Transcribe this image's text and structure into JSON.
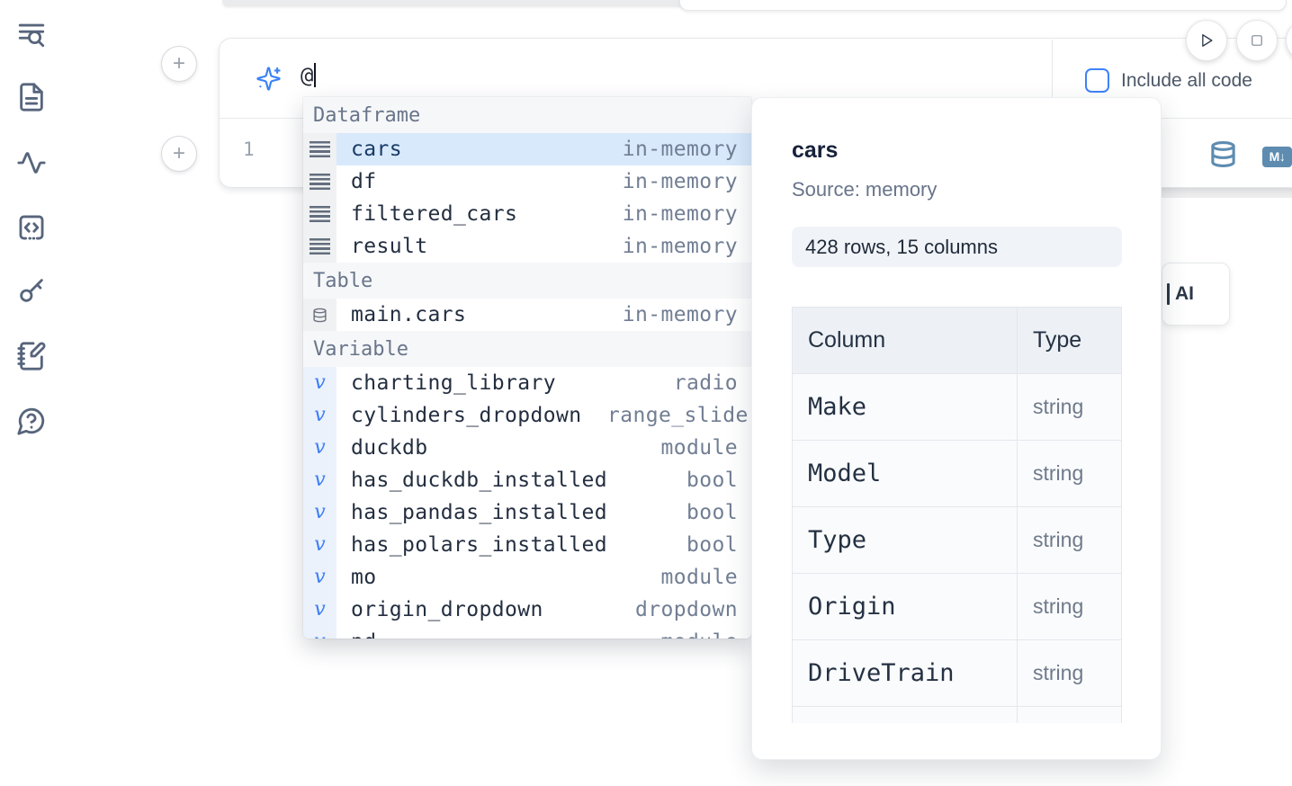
{
  "sidebar": {
    "icons": [
      {
        "name": "toc-search-icon"
      },
      {
        "name": "file-icon"
      },
      {
        "name": "activity-icon"
      },
      {
        "name": "snippets-code-icon"
      },
      {
        "name": "secrets-key-icon"
      },
      {
        "name": "scratchpad-notebook-icon"
      },
      {
        "name": "help-chat-icon"
      }
    ]
  },
  "toolbar": {
    "include_all_code_label": "Include all code"
  },
  "add_buttons": {
    "plus_glyph": "+"
  },
  "prompt": {
    "value": "@"
  },
  "editor": {
    "line_number": "1",
    "markdown_badge": "M↓"
  },
  "ai_card": {
    "label": "AI"
  },
  "autocomplete": {
    "sections": [
      {
        "label": "Dataframe",
        "items": [
          {
            "name": "cars",
            "type": "in-memory"
          },
          {
            "name": "df",
            "type": "in-memory"
          },
          {
            "name": "filtered_cars",
            "type": "in-memory"
          },
          {
            "name": "result",
            "type": "in-memory"
          }
        ]
      },
      {
        "label": "Table",
        "items": [
          {
            "name": "main.cars",
            "type": "in-memory"
          }
        ]
      },
      {
        "label": "Variable",
        "variable_glyph": "v",
        "items": [
          {
            "name": "charting_library",
            "type": "radio"
          },
          {
            "name": "cylinders_dropdown",
            "type": "range_slider"
          },
          {
            "name": "duckdb",
            "type": "module"
          },
          {
            "name": "has_duckdb_installed",
            "type": "bool"
          },
          {
            "name": "has_pandas_installed",
            "type": "bool"
          },
          {
            "name": "has_polars_installed",
            "type": "bool"
          },
          {
            "name": "mo",
            "type": "module"
          },
          {
            "name": "origin_dropdown",
            "type": "dropdown"
          },
          {
            "name": "pd",
            "type": "module"
          }
        ]
      }
    ]
  },
  "preview": {
    "title": "cars",
    "source": "Source: memory",
    "shape_badge": "428 rows, 15 columns",
    "table": {
      "headers": [
        "Column",
        "Type"
      ],
      "rows": [
        {
          "column": "Make",
          "type": "string"
        },
        {
          "column": "Model",
          "type": "string"
        },
        {
          "column": "Type",
          "type": "string"
        },
        {
          "column": "Origin",
          "type": "string"
        },
        {
          "column": "DriveTrain",
          "type": "string"
        }
      ]
    }
  },
  "colors": {
    "accent_blue": "#3b82f6",
    "steel_icon_blue": "#5e8cb0",
    "selected_row_bg": "#d8e9fc",
    "sidebar_icon": "#57657c",
    "type_text": "#717e93"
  }
}
